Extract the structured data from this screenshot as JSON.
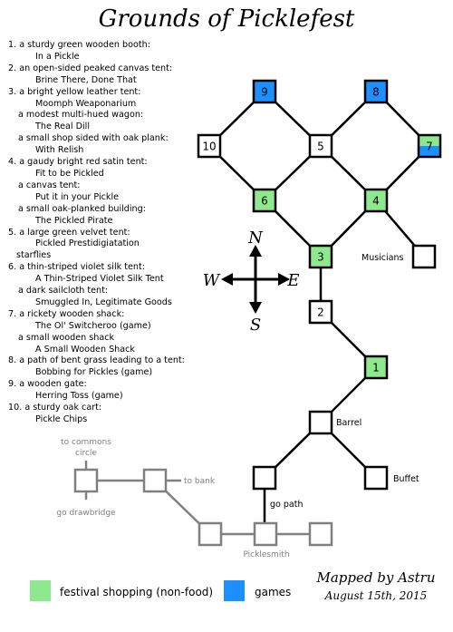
{
  "title": "Grounds of Picklefest",
  "entries": [
    {
      "number": "1.",
      "desc": "a sturdy green wooden booth:",
      "name": "In a Pickle"
    },
    {
      "number": "2.",
      "desc": "an open-sided peaked canvas tent:",
      "name": "Brine There, Done That"
    },
    {
      "number": "3.",
      "desc": "a bright yellow leather tent:",
      "name": "Moomph Weaponarium"
    },
    {
      "number": "",
      "desc": "a modest multi-hued wagon:",
      "name": "The Real Dill"
    },
    {
      "number": "",
      "desc": "a small shop sided with oak plank:",
      "name": "With Relish"
    },
    {
      "number": "4.",
      "desc": "a gaudy bright red satin tent:",
      "name": "Fit to be Pickled"
    },
    {
      "number": "",
      "desc": "a canvas tent:",
      "name": "Put it in your Pickle"
    },
    {
      "number": "",
      "desc": "a small oak-planked building:",
      "name": "The Pickled Pirate"
    },
    {
      "number": "5.",
      "desc": "a large green velvet tent:",
      "name": "Pickled Prestidigiatation",
      "extra": "starflies"
    },
    {
      "number": "6.",
      "desc": "a thin-striped violet silk tent:",
      "name": "A Thin-Striped Violet Silk Tent"
    },
    {
      "number": "",
      "desc": "a dark sailcloth tent:",
      "name": "Smuggled In, Legitimate Goods"
    },
    {
      "number": "7.",
      "desc": "a rickety wooden shack:",
      "name": "The Ol' Switcheroo (game)"
    },
    {
      "number": "",
      "desc": "a small wooden shack",
      "name": "A Small Wooden Shack"
    },
    {
      "number": "8.",
      "desc": "a path of bent grass leading to a tent:",
      "name": "Bobbing for Pickles (game)"
    },
    {
      "number": "9.",
      "desc": "a wooden gate:",
      "name": "Herring Toss (game)"
    },
    {
      "number": "10.",
      "desc": "a sturdy oak cart:",
      "name": "Pickle Chips"
    }
  ],
  "compass": {
    "north": "N",
    "south": "S",
    "east": "E",
    "west": "W"
  },
  "map_labels": {
    "musicians": "Musicians",
    "barrel": "Barrel",
    "buffet": "Buffet",
    "go_path": "go path",
    "to_commons_circle": "to commons circle",
    "go_drawbridge": "go drawbridge",
    "to_bank": "to bank",
    "picklesmith": "Picklesmith"
  },
  "rooms": [
    {
      "id": "9",
      "label": "9",
      "type": "games"
    },
    {
      "id": "8",
      "label": "8",
      "type": "games"
    },
    {
      "id": "10",
      "label": "10",
      "type": "plain"
    },
    {
      "id": "5",
      "label": "5",
      "type": "plain"
    },
    {
      "id": "7",
      "label": "7",
      "type": "split"
    },
    {
      "id": "6",
      "label": "6",
      "type": "shopping"
    },
    {
      "id": "4",
      "label": "4",
      "type": "shopping"
    },
    {
      "id": "3",
      "label": "3",
      "type": "shopping"
    },
    {
      "id": "musicians",
      "label": "",
      "type": "plain"
    },
    {
      "id": "2",
      "label": "2",
      "type": "plain"
    },
    {
      "id": "1",
      "label": "1",
      "type": "shopping"
    },
    {
      "id": "barrel",
      "label": "",
      "type": "plain"
    },
    {
      "id": "path",
      "label": "",
      "type": "plain"
    },
    {
      "id": "buffet",
      "label": "",
      "type": "plain"
    },
    {
      "id": "g1",
      "label": "",
      "type": "gray"
    },
    {
      "id": "g2",
      "label": "",
      "type": "gray"
    },
    {
      "id": "g3",
      "label": "",
      "type": "gray"
    },
    {
      "id": "g4",
      "label": "",
      "type": "gray"
    },
    {
      "id": "g5",
      "label": "",
      "type": "gray"
    }
  ],
  "key": {
    "shopping_label": "festival shopping (non-food)",
    "games_label": "games"
  },
  "colors": {
    "shopping": "#8ee88e",
    "games": "#1e8fff",
    "gray": "#808080"
  },
  "credit": {
    "line1": "Mapped by Astru",
    "line2": "August 15th, 2015"
  }
}
